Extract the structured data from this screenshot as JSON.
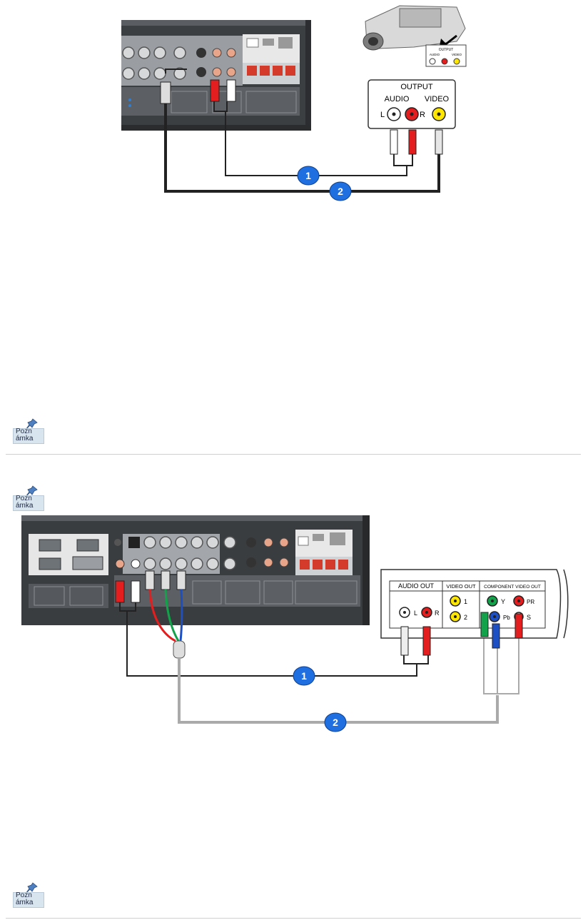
{
  "diagram1": {
    "output_label": "OUTPUT",
    "audio_label": "AUDIO",
    "video_label": "VIDEO",
    "l_label": "L",
    "r_label": "R",
    "cam_output_label": "OUTPUT",
    "cam_audio_label": "AUDIO",
    "cam_video_label": "VIDEO",
    "cable1_label": "1",
    "cable2_label": "2"
  },
  "note1": {
    "label_line1": "Pozn",
    "label_line2": "ámka",
    "icon": "pushpin-icon"
  },
  "note2": {
    "label_line1": "Pozn",
    "label_line2": "ámka",
    "icon": "pushpin-icon"
  },
  "diagram2": {
    "audio_out_label": "AUDIO OUT",
    "video_out_label": "VIDEO OUT",
    "component_label": "COMPONENT VIDEO OUT",
    "l_label": "L",
    "r_label": "R",
    "out1_label": "1",
    "out2_label": "2",
    "y_label": "Y",
    "pb_label": "Pb",
    "pr_label": "PR",
    "s_label": "S",
    "cable1_label": "1",
    "cable2_label": "2"
  },
  "note3": {
    "label_line1": "Pozn",
    "label_line2": "ámka",
    "icon": "pushpin-icon"
  },
  "colors": {
    "red": "#e41e1e",
    "white": "#ffffff",
    "yellow": "#ffe600",
    "green": "#12a34a",
    "blue": "#1d4fc4",
    "badge": "#1f6fe0",
    "panel": "#3a3d40"
  }
}
